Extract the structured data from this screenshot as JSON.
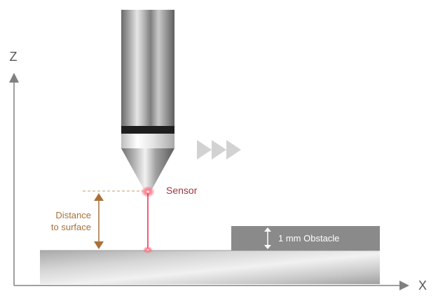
{
  "axes": {
    "z_label": "Z",
    "x_label": "X"
  },
  "labels": {
    "sensor": "Sensor",
    "distance_line1": "Distance",
    "distance_line2": "to surface",
    "obstacle": "1 mm Obstacle"
  },
  "icons": {
    "motion_direction": "triple-chevron-right-icon",
    "distance": "double-headed-vertical-arrow-icon",
    "obstacle_height": "double-headed-vertical-arrow-icon"
  },
  "colors": {
    "axis": "#808080",
    "sensor_label": "#a0363e",
    "distance_label": "#a8713a",
    "distance_arrow": "#a8713a",
    "laser": "#e83a52",
    "motion_arrows": "#d0d0d0",
    "obstacle": "#8a8a8a",
    "obstacle_text": "#ffffff"
  }
}
